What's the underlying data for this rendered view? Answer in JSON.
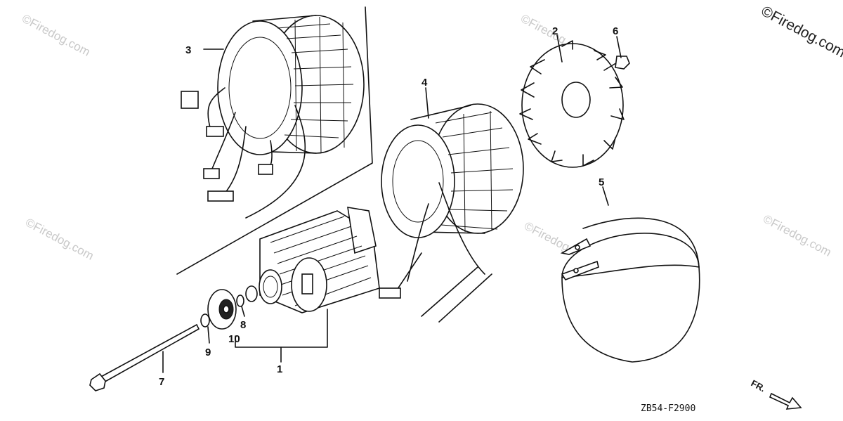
{
  "watermark_main": "©Firedog.com",
  "watermark_faint": "©Firedog.com",
  "diagram_code": "ZB54-F2900",
  "direction_label": "FR.",
  "callouts": [
    "1",
    "2",
    "3",
    "4",
    "5",
    "6",
    "7",
    "8",
    "9",
    "10"
  ],
  "icons": {
    "stator_kit": "stator-with-wire-harness",
    "stator": "stator",
    "fan": "cooling-fan",
    "rotor": "rotor-assembly",
    "band": "fan-cover-band",
    "bolt_long": "through-bolt",
    "bolt_short": "flange-bolt",
    "bearing": "ball-bearing",
    "washer": "washer",
    "arrow": "front-direction-arrow"
  }
}
